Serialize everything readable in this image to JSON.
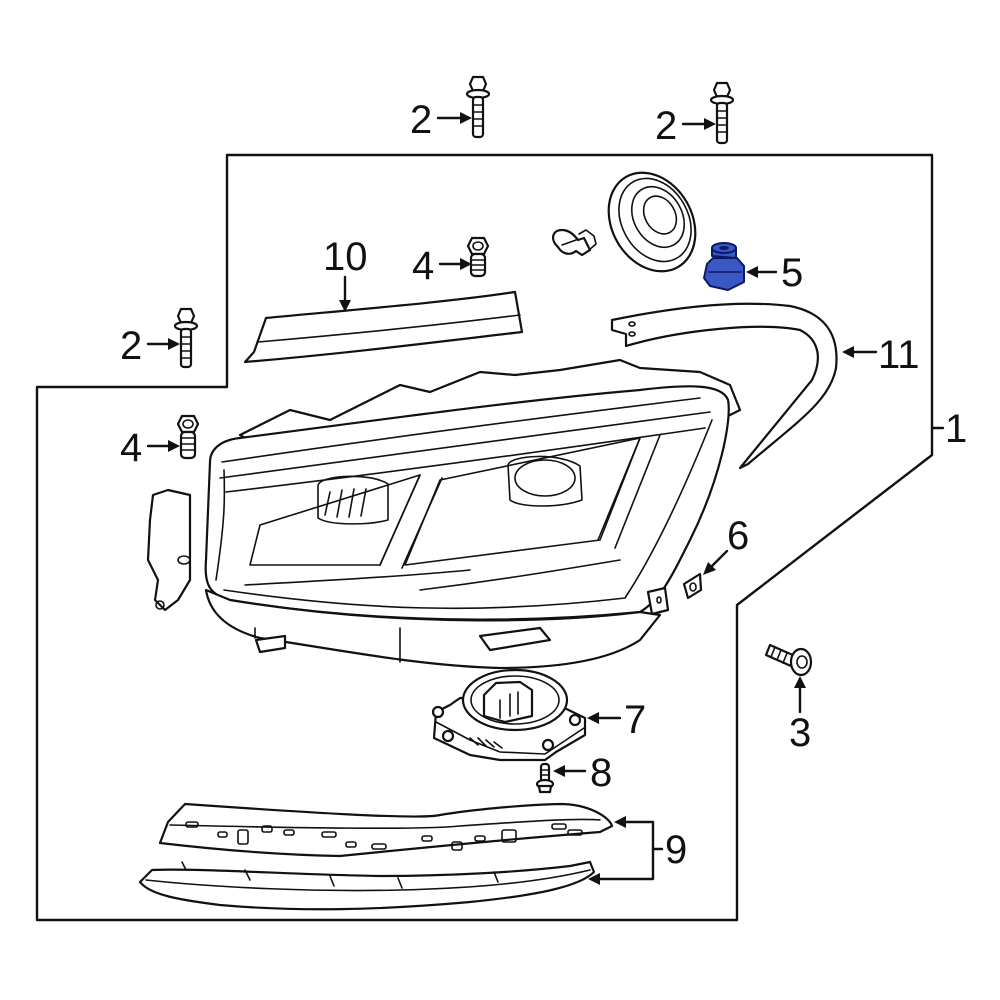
{
  "diagram": {
    "title": "Headlamp assembly exploded view",
    "highlight_color": "#3b57c4",
    "line_color": "#111111",
    "background_color": "#ffffff",
    "highlighted_part": "5",
    "callouts": [
      {
        "id": "c1",
        "label": "1",
        "part": "headlamp-assembly"
      },
      {
        "id": "c2a",
        "label": "2",
        "part": "bolt"
      },
      {
        "id": "c2b",
        "label": "2",
        "part": "bolt"
      },
      {
        "id": "c2c",
        "label": "2",
        "part": "bolt"
      },
      {
        "id": "c3",
        "label": "3",
        "part": "screw"
      },
      {
        "id": "c4a",
        "label": "4",
        "part": "screw"
      },
      {
        "id": "c4b",
        "label": "4",
        "part": "screw"
      },
      {
        "id": "c5",
        "label": "5",
        "part": "connector"
      },
      {
        "id": "c6",
        "label": "6",
        "part": "clip"
      },
      {
        "id": "c7",
        "label": "7",
        "part": "control-module"
      },
      {
        "id": "c8",
        "label": "8",
        "part": "screw"
      },
      {
        "id": "c9",
        "label": "9",
        "part": "trim-strips"
      },
      {
        "id": "c10",
        "label": "10",
        "part": "upper-trim"
      },
      {
        "id": "c11",
        "label": "11",
        "part": "bracket"
      }
    ]
  }
}
